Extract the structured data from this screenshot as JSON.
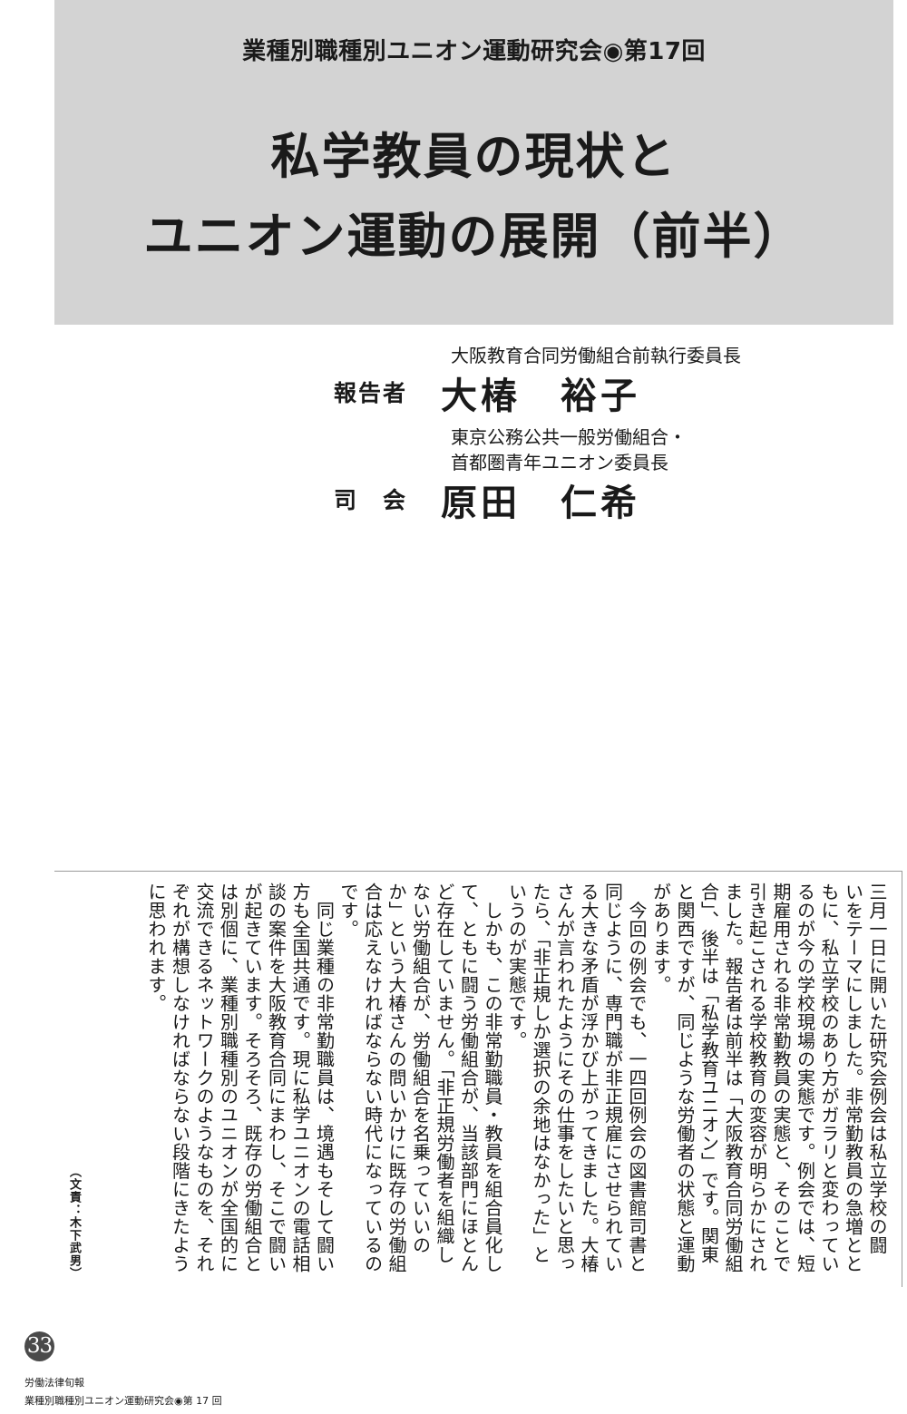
{
  "header": {
    "series": "業種別職種別ユニオン運動研究会◉第17回",
    "title_line1": "私学教員の現状と",
    "title_line2": "ユニオン運動の展開（前半）"
  },
  "credits": {
    "reporter_affiliation": "大阪教育合同労働組合前執行委員長",
    "reporter_role": "報告者",
    "reporter_name": "大椿　裕子",
    "moderator_affiliation_line1": "東京公務公共一般労働組合・",
    "moderator_affiliation_line2": "首都圏青年ユニオン委員長",
    "moderator_role": "司　会",
    "moderator_name": "原田　仁希"
  },
  "body": {
    "text": "三月一日に開いた研究会例会は私立学校の闘\nいをテーマにしました。非常勤教員の急増とと\nもに、私立学校のあり方がガラリと変わってい\nるのが今の学校現場の実態です。例会では、短\n期雇用される非常勤教員の実態と、そのことで\n引き起こされる学校教育の変容が明らかにされ\nました。報告者は前半は「大阪教育合同労働組\n合」、後半は「私学教育ユニオン」です。関東\nと関西ですが、同じような労働者の状態と運動\nがあります。\n　今回の例会でも、一四回例会の図書館司書と\n同じように、専門職が非正規雇にさせられてい\nる大きな矛盾が浮かび上がってきました。大椿\nさんが言われたようにその仕事をしたいと思っ\nたら、「非正規しか選択の余地はなかった」と\nいうのが実態です。\n　しかも、この非常勤職員・教員を組合員化し\nて、ともに闘う労働組合が、当該部門にほとん\nど存在していません。「非正規労働者を組織し\nない労働組合が、労働組合を名乗っていいの\nか」という大椿さんの問いかけに既存の労働組\n合は応えなければならない時代になっているの\nです。\n　同じ業種の非常勤職員は、境遇もそして闘い\n方も全国共通です。現に私学ユニオンの電話相\n談の案件を大阪教育合同にまわし、そこで闘い\nが起きています。そろそろ、既存の労働組合と\nは別個に、業種別職種別のユニオンが全国的に\n交流できるネットワークのようなものを、それ\nぞれが構想しなければならない段階にきたよう\nに思われます。",
    "credit": "（文責：木下武男）"
  },
  "footer": {
    "page_number": "33",
    "publication": "労働法律旬報",
    "running_title": "業種別職種別ユニオン運動研究会◉第 17 回"
  }
}
